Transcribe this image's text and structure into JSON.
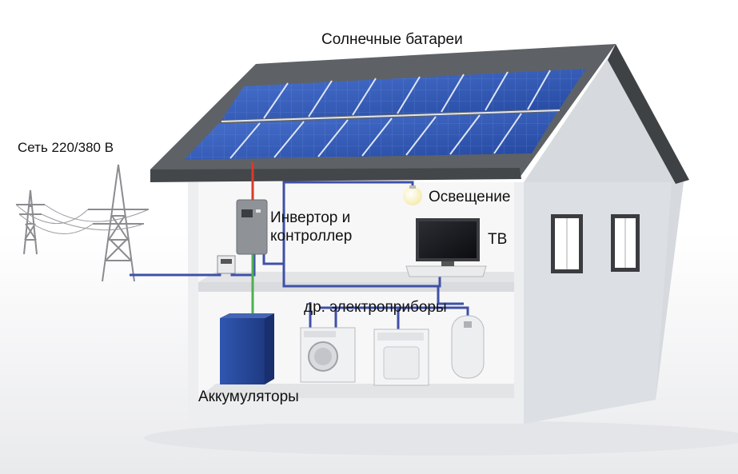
{
  "labels": {
    "solar_panels": "Солнечные батареи",
    "grid": "Сеть 220/380 В",
    "lighting": "Освещение",
    "inverter_line1": "Инвертор и",
    "inverter_line2": "контроллер",
    "tv": "ТВ",
    "appliances": "др. электроприборы",
    "batteries": "Аккумуляторы"
  },
  "colors": {
    "wire_blue": "#3f50a8",
    "wire_red": "#d93a2b",
    "wire_green": "#4caf50",
    "roof": "#5e6266",
    "panel": "#2f57b8",
    "battery": "#27499a",
    "wall": "#dcdfe3"
  },
  "icons": {
    "grid": "power-tower-icon",
    "lighting": "light-bulb-icon",
    "inverter": "inverter-box-icon",
    "tv": "tv-icon",
    "washer": "washing-machine-icon",
    "dryer": "dryer-icon",
    "boiler": "water-heater-icon",
    "battery": "battery-icon"
  }
}
